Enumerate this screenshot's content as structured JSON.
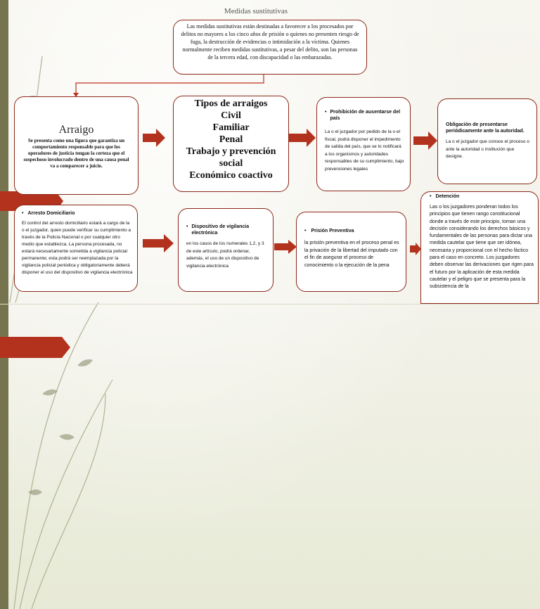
{
  "title": "Medidas sustitutivas",
  "intro_text": "Las medidas sustitutivas están destinadas a favorecer a los procesados por delitos no mayores a los cinco años de prisión o quienes no presenten riesgo de fuga, la destrucción de evidencias o intimidación a la víctima. Quienes normalmente reciben medidas sustitutivas, a pesar del delito, son las personas de la tercera edad, con discapacidad o las embarazadas.",
  "arraigo": {
    "heading": "Arraigo",
    "text": "Se presenta como una figura que garantiza un comportamiento responsable para que los operadores de justicia tengan la certeza que el sospechoso involucrado dentro de una causa penal va a comparecer a juicio."
  },
  "tipos": {
    "heading": "Tipos de arraigos",
    "items": [
      "Civil",
      "Familiar",
      "Penal",
      "Trabajo y prevención social",
      "Económico coactivo"
    ]
  },
  "prohibicion": {
    "bullet": "•",
    "heading": "Prohibición de ausentarse del país",
    "text": "La o el juzgador por pedido de la o el fiscal, podrá disponer el impedimento de salida del país, que se lo notificará a los organismos y autoridades responsables de su cumplimiento, bajo prevenciones legales"
  },
  "obligacion": {
    "heading": "Obligación de presentarse periódicamente ante la autoridad.",
    "text": "La o el juzgador que conoce el proceso o ante la autoridad o institución que designe."
  },
  "arresto": {
    "bullet": "•",
    "heading": "Arresto Domiciliario",
    "text": "El control del arresto domiciliario estará a cargo de la o el juzgador, quien puede verificar su cumplimiento a través de la Policía Nacional o por cualquier otro medio que establezca. La persona procesada, no estará necesariamente sometida a vigilancia policial permanente; esta podrá ser reemplazada por la vigilancia policial periódica y obligatoriamente deberá disponer el uso del dispositivo de vigilancia electrónica"
  },
  "dispositivo": {
    "bullet": "•",
    "heading": "Dispositivo de vigilancia electrónica",
    "text": "en los casos de los numerales 1,2, y 3 de este artículo, podrá ordenar, además, el uso de un dispositivo de vigilancia electrónica"
  },
  "prision": {
    "bullet": "•",
    "heading": "Prisión Preventiva",
    "text": "la prisión preventiva en el proceso penal es la privación de la libertad del imputado con el fin de asegurar el proceso de conocimiento o la ejecución de la pena"
  },
  "detencion": {
    "bullet": "•",
    "heading": "Detención",
    "text": "Las o los juzgadores ponderan todos los principios que tienen rango constitucional donde a través de este principio, toman una decisión considerando los derechos básicos y fundamentales de las personas para dictar una medida cautelar que tiene que ser idónea, necesaria y proporcional con el hecho fáctico para el caso en concreto. Los juzgadores deben observar las derivaciones que rigen para el futuro por la aplicación de esta medida cautelar y el peligro que se presenta para la subsistencia de la"
  },
  "colors": {
    "accent": "#b2321d",
    "border": "#8c2818",
    "olive": "#76744f"
  },
  "icons": [
    "right-arrow-icon",
    "vine-decoration"
  ]
}
